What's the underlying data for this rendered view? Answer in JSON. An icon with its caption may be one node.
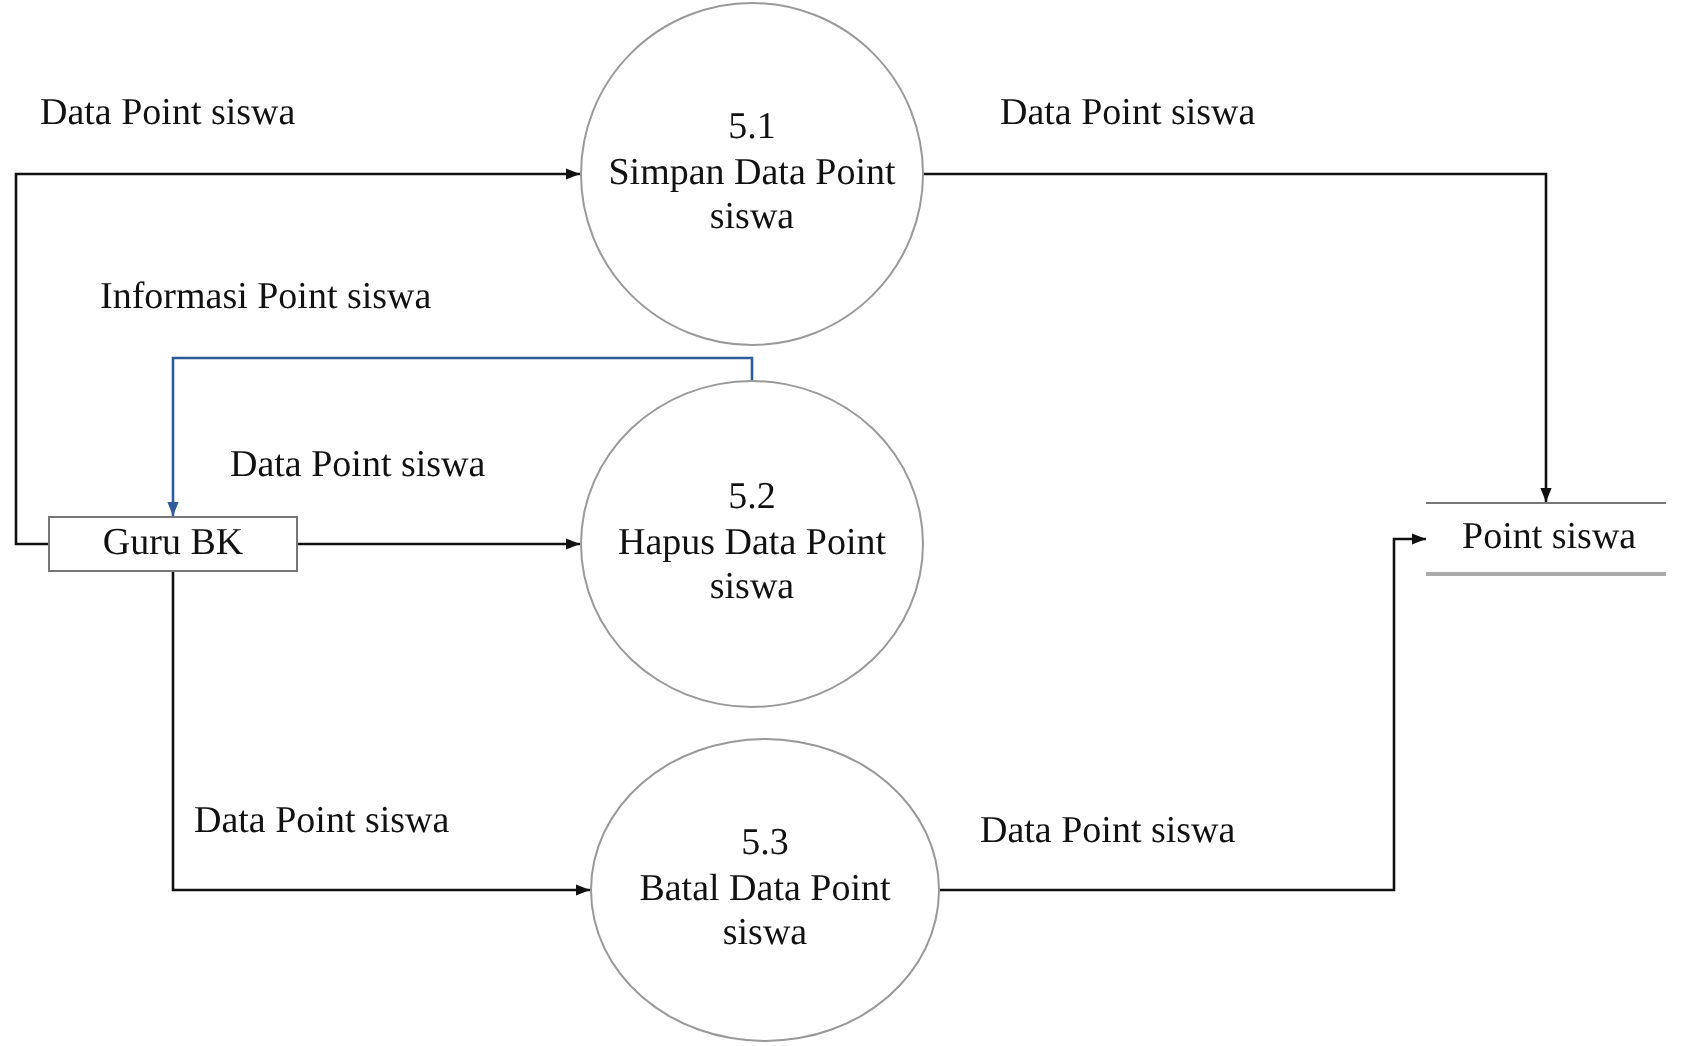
{
  "diagram": {
    "nodes": [
      {
        "text": [
          "Guru BK"
        ]
      },
      {
        "text": [
          "5.1",
          "Simpan Data Point siswa"
        ]
      },
      {
        "text": [
          "5.2",
          "Hapus Data Point siswa"
        ]
      },
      {
        "text": [
          "5.3",
          "Batal Data Point siswa"
        ]
      },
      {
        "text": [
          "Point siswa"
        ]
      }
    ],
    "edges": [
      {
        "from": 0,
        "to": 1,
        "arrow": "to",
        "label": "Data Point siswa"
      },
      {
        "from": 2,
        "to": 0,
        "arrow": "to",
        "label": "Informasi Point siswa",
        "color": "#2e5c9a"
      },
      {
        "from": 0,
        "to": 2,
        "arrow": "to",
        "label": "Data Point siswa"
      },
      {
        "from": 0,
        "to": 3,
        "arrow": "to",
        "label": "Data Point siswa"
      },
      {
        "from": 1,
        "to": 4,
        "arrow": "to",
        "label": "Data Point siswa"
      },
      {
        "from": 3,
        "to": 4,
        "arrow": "to",
        "label": "Data Point siswa"
      }
    ]
  }
}
